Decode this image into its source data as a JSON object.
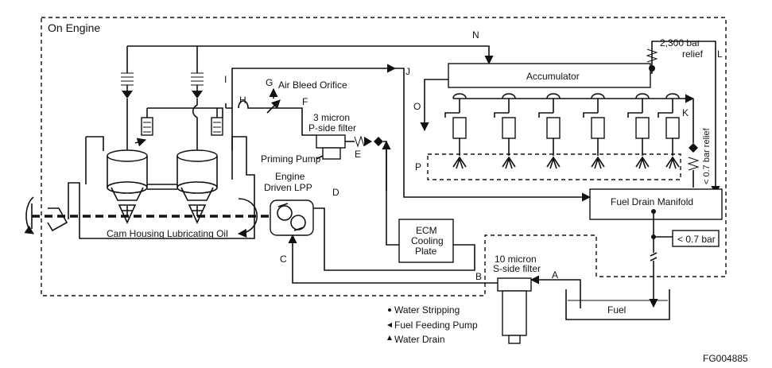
{
  "labels": {
    "on_engine": "On Engine",
    "accumulator": "Accumulator",
    "relief_2300": "2,300 bar",
    "relief_word": "relief",
    "relief_07": "< 0.7 bar relief",
    "air_bleed": "Air Bleed Orifice",
    "p_filter_line1": "3 micron",
    "p_filter_line2": "P-side filter",
    "priming_pump": "Priming Pump",
    "engine_driven_line1": "Engine",
    "engine_driven_line2": "Driven LPP",
    "cam_housing": "Cam Housing Lubricating Oil",
    "ecm_line1": "ECM",
    "ecm_line2": "Cooling",
    "ecm_line3": "Plate",
    "fuel_drain_manifold": "Fuel Drain Manifold",
    "drain_pressure": "< 0.7 bar",
    "s_filter_line1": "10 micron",
    "s_filter_line2": "S-side filter",
    "fuel_tank": "Fuel",
    "figure_code": "FG004885"
  },
  "points": {
    "A": "A",
    "B": "B",
    "C": "C",
    "D": "D",
    "E": "E",
    "F": "F",
    "G": "G",
    "H": "H",
    "I": "I",
    "J": "J",
    "K": "K",
    "L": "L",
    "N": "N",
    "O": "O",
    "P": "P"
  },
  "legend": [
    "Water Stripping",
    "Fuel Feeding Pump",
    "Water Drain"
  ]
}
